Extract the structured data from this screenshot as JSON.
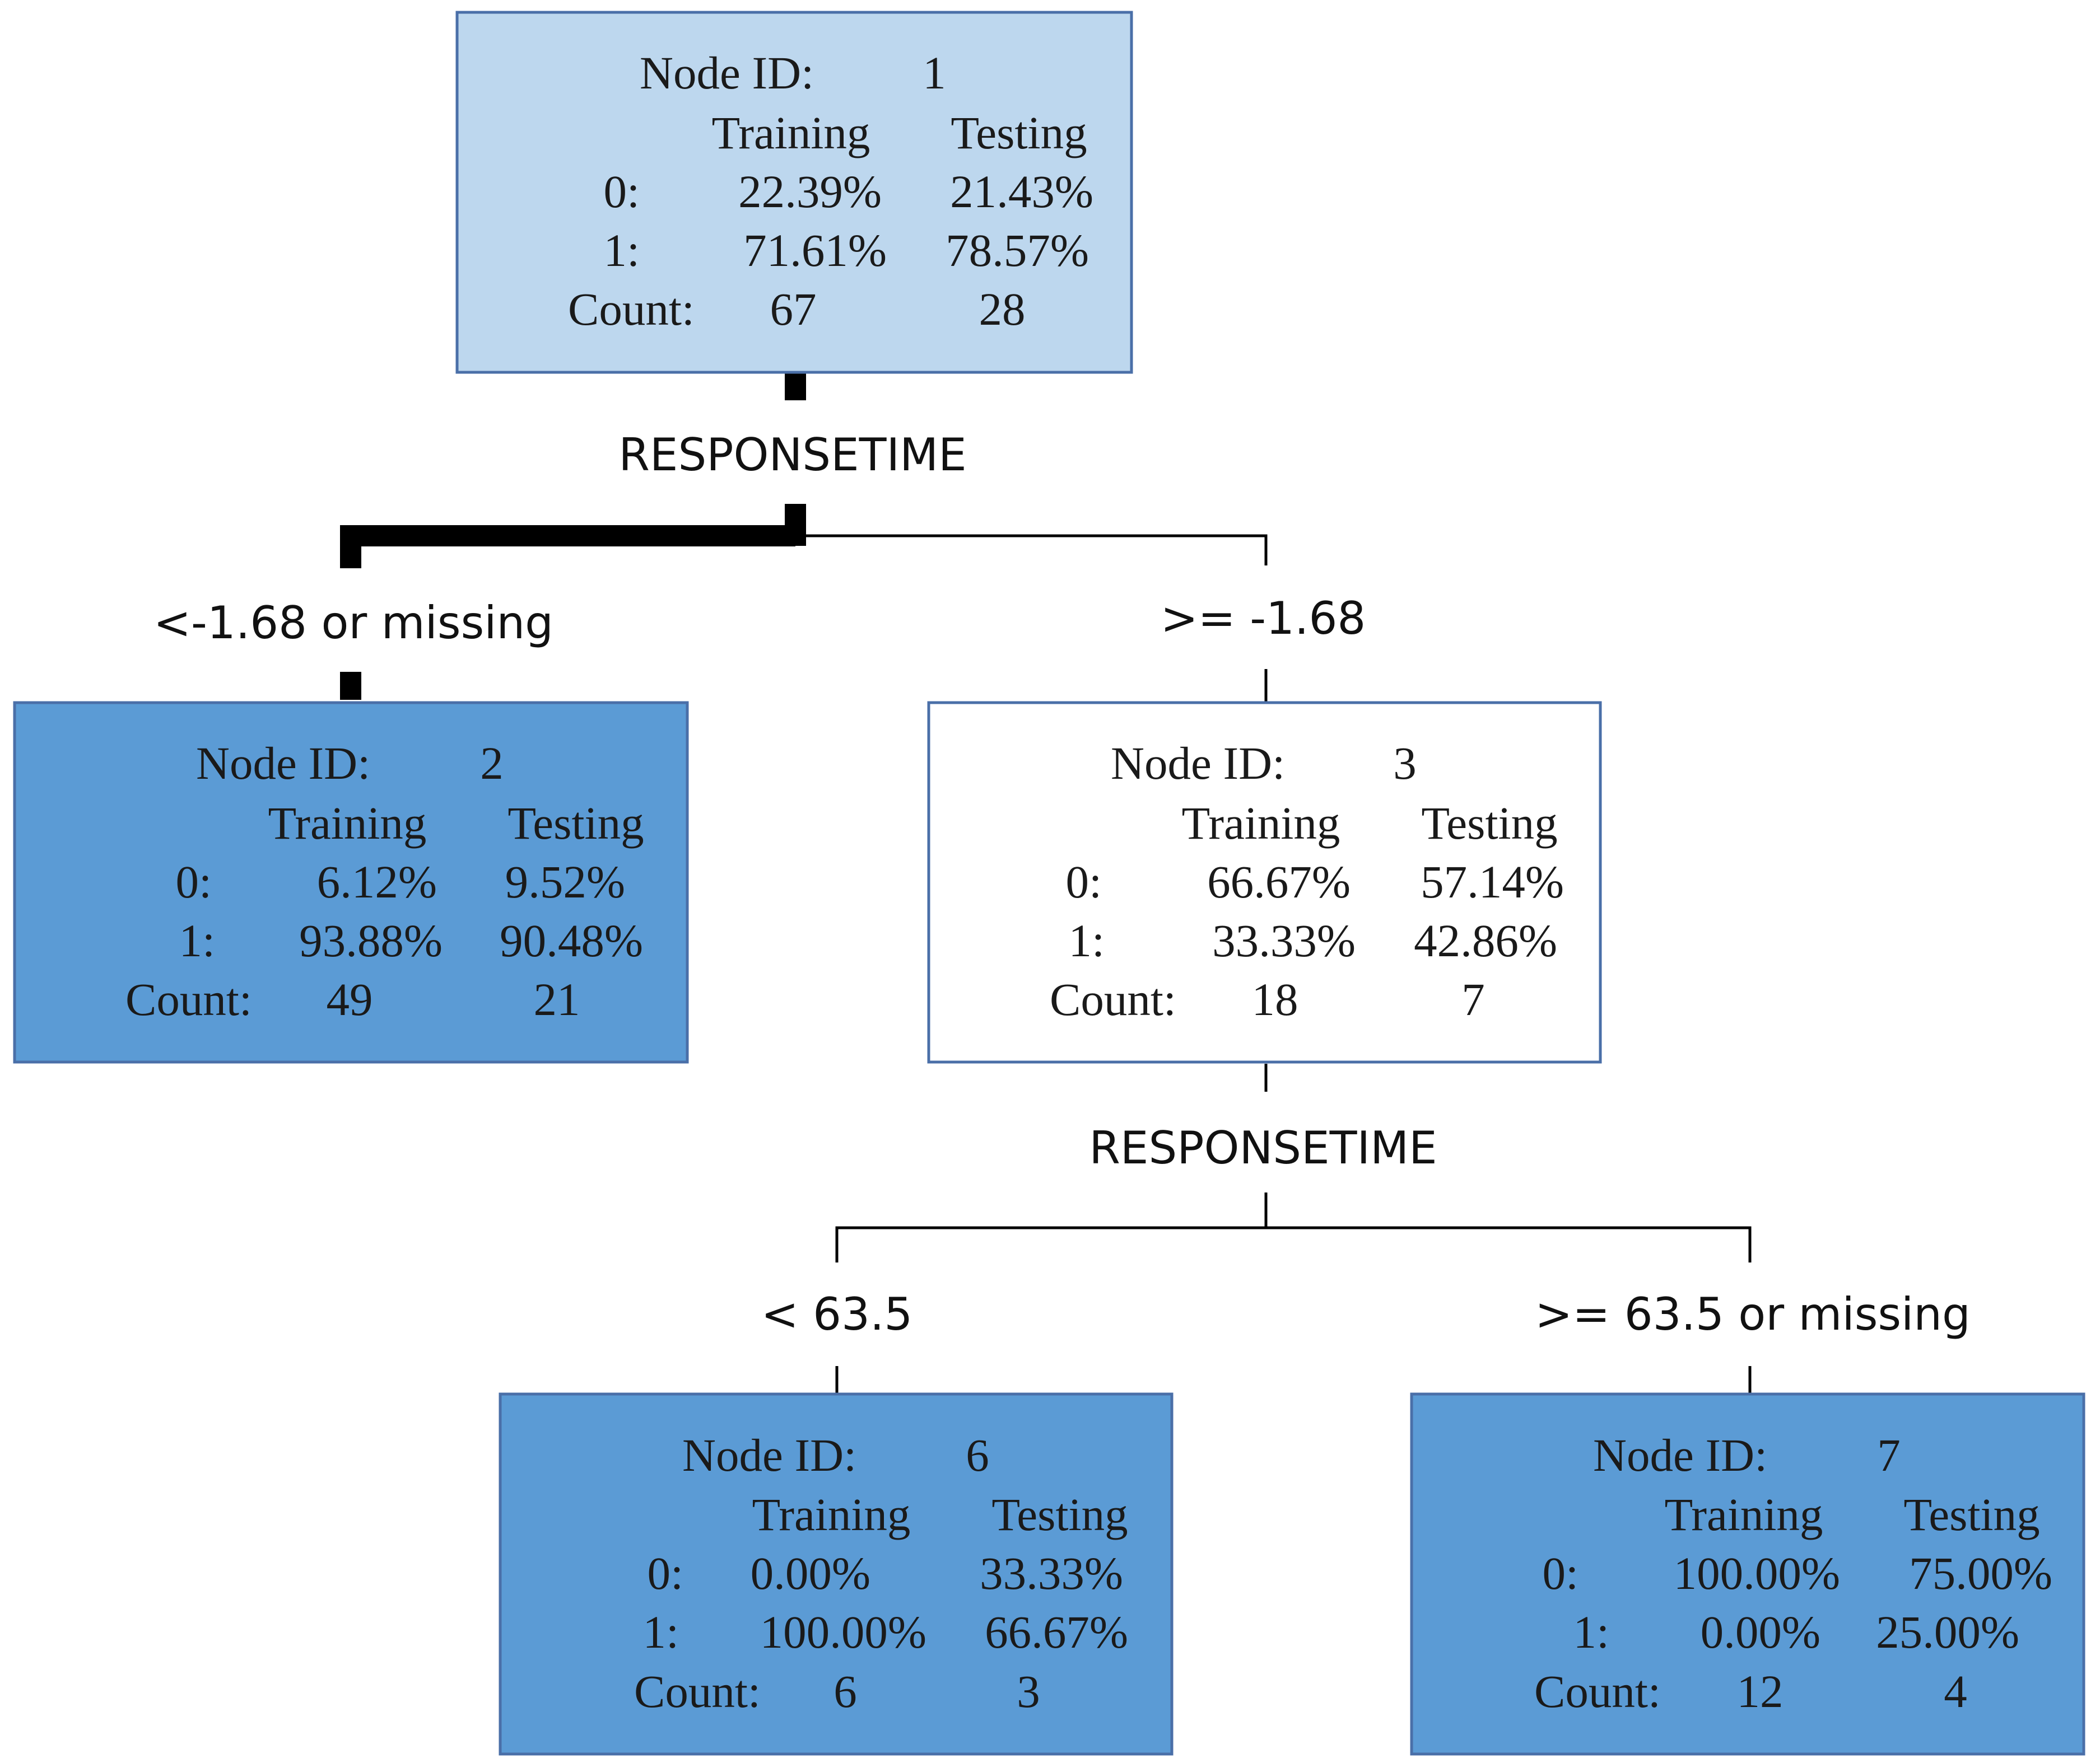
{
  "colors": {
    "light_blue": "#bdd7ee",
    "mid_blue": "#5b9bd5",
    "white": "#ffffff",
    "border": "#4a6fa8"
  },
  "headers": {
    "node_id": "Node ID:",
    "training": "Training",
    "testing": "Testing",
    "row0": "0:",
    "row1": "1:",
    "count": "Count:"
  },
  "nodes": [
    {
      "id": "1",
      "fill": "light_blue",
      "training_0": "22.39%",
      "testing_0": "21.43%",
      "training_1": "71.61%",
      "testing_1": "78.57%",
      "training_count": "67",
      "testing_count": "28"
    },
    {
      "id": "2",
      "fill": "mid_blue",
      "training_0": "6.12%",
      "testing_0": "9.52%",
      "training_1": "93.88%",
      "testing_1": "90.48%",
      "training_count": "49",
      "testing_count": "21"
    },
    {
      "id": "3",
      "fill": "white",
      "training_0": "66.67%",
      "testing_0": "57.14%",
      "training_1": "33.33%",
      "testing_1": "42.86%",
      "training_count": "18",
      "testing_count": "7"
    },
    {
      "id": "6",
      "fill": "mid_blue",
      "training_0": "0.00%",
      "testing_0": "33.33%",
      "training_1": "100.00%",
      "testing_1": "66.67%",
      "training_count": "6",
      "testing_count": "3"
    },
    {
      "id": "7",
      "fill": "mid_blue",
      "training_0": "100.00%",
      "testing_0": "75.00%",
      "training_1": "0.00%",
      "testing_1": "25.00%",
      "training_count": "12",
      "testing_count": "4"
    }
  ],
  "splits": [
    {
      "variable": "RESPONSETIME",
      "left_condition": "<-1.68 or missing",
      "right_condition": ">= -1.68"
    },
    {
      "variable": "RESPONSETIME",
      "left_condition": "< 63.5",
      "right_condition": ">= 63.5 or missing"
    }
  ]
}
